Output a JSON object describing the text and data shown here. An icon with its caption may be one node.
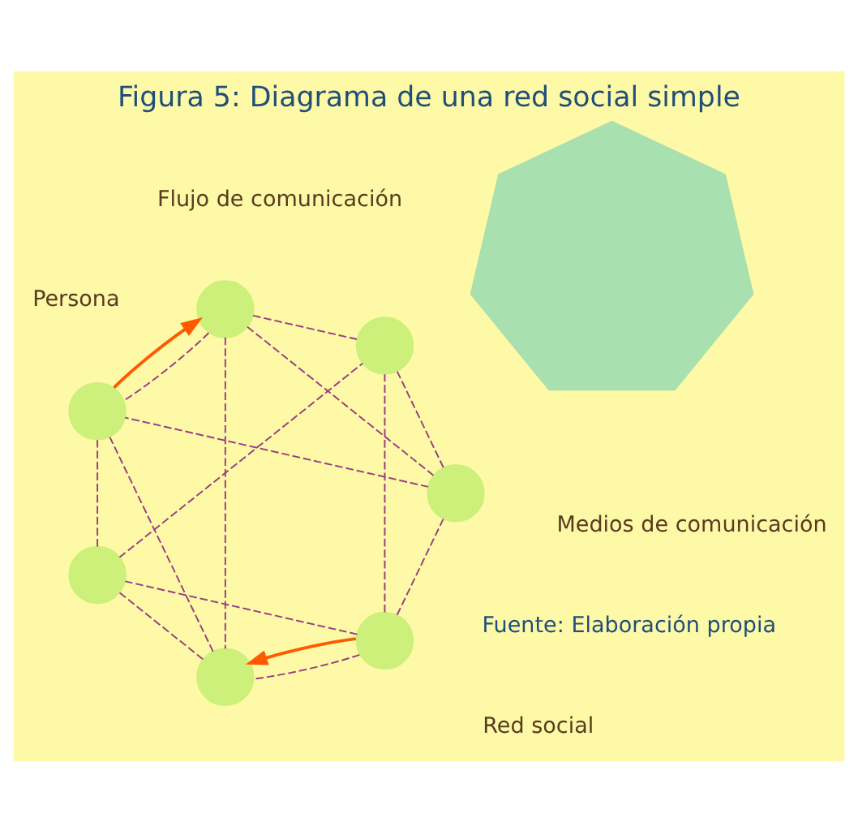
{
  "diagram": {
    "title": "Figura 5: Diagrama de una red social simple",
    "caption": "Fuente: Elaboración propia",
    "nodes": [
      {
        "text": [],
        "shape": "heptagon"
      },
      {
        "text": [],
        "shape": "circle"
      },
      {
        "text": [],
        "shape": "circle"
      },
      {
        "text": [],
        "shape": "circle"
      },
      {
        "text": [],
        "shape": "circle"
      },
      {
        "text": [],
        "shape": "circle"
      },
      {
        "text": [],
        "shape": "circle"
      },
      {
        "text": [],
        "shape": "circle"
      }
    ],
    "edges": [
      {
        "from": 1,
        "to": 5,
        "arrow": "none",
        "style": "dashed"
      },
      {
        "from": 1,
        "to": 7,
        "arrow": "none",
        "style": "dashed"
      },
      {
        "from": 1,
        "to": 6,
        "arrow": "none",
        "style": "dashed"
      },
      {
        "from": 1,
        "to": 4,
        "arrow": "none",
        "style": "dashed"
      },
      {
        "from": 3,
        "to": 7,
        "arrow": "none",
        "style": "dashed"
      },
      {
        "from": 3,
        "to": 6,
        "arrow": "none",
        "style": "dashed"
      },
      {
        "from": 3,
        "to": 4,
        "arrow": "none",
        "style": "dashed"
      },
      {
        "from": 3,
        "to": 2,
        "arrow": "none",
        "style": "dashed"
      },
      {
        "from": 5,
        "to": 6,
        "arrow": "none",
        "style": "dashed"
      },
      {
        "from": 5,
        "to": 4,
        "arrow": "none",
        "style": "dashed"
      },
      {
        "from": 5,
        "to": 2,
        "arrow": "none",
        "style": "dashed"
      },
      {
        "from": 7,
        "to": 4,
        "arrow": "none",
        "style": "dashed"
      },
      {
        "from": 7,
        "to": 2,
        "arrow": "none",
        "style": "dashed"
      },
      {
        "from": 6,
        "to": 2,
        "arrow": "none",
        "style": "dashed"
      },
      {
        "from": 2,
        "to": 3,
        "arrow": "to",
        "color": "#ff5a00"
      },
      {
        "from": 1,
        "to": 6,
        "arrow": "to",
        "color": "#ff5a00"
      }
    ],
    "legend": [
      {
        "text": "Red social"
      },
      {
        "text": "Persona"
      },
      {
        "text": "Medios de comunicación"
      },
      {
        "text": "Flujo de comunicación"
      }
    ]
  }
}
